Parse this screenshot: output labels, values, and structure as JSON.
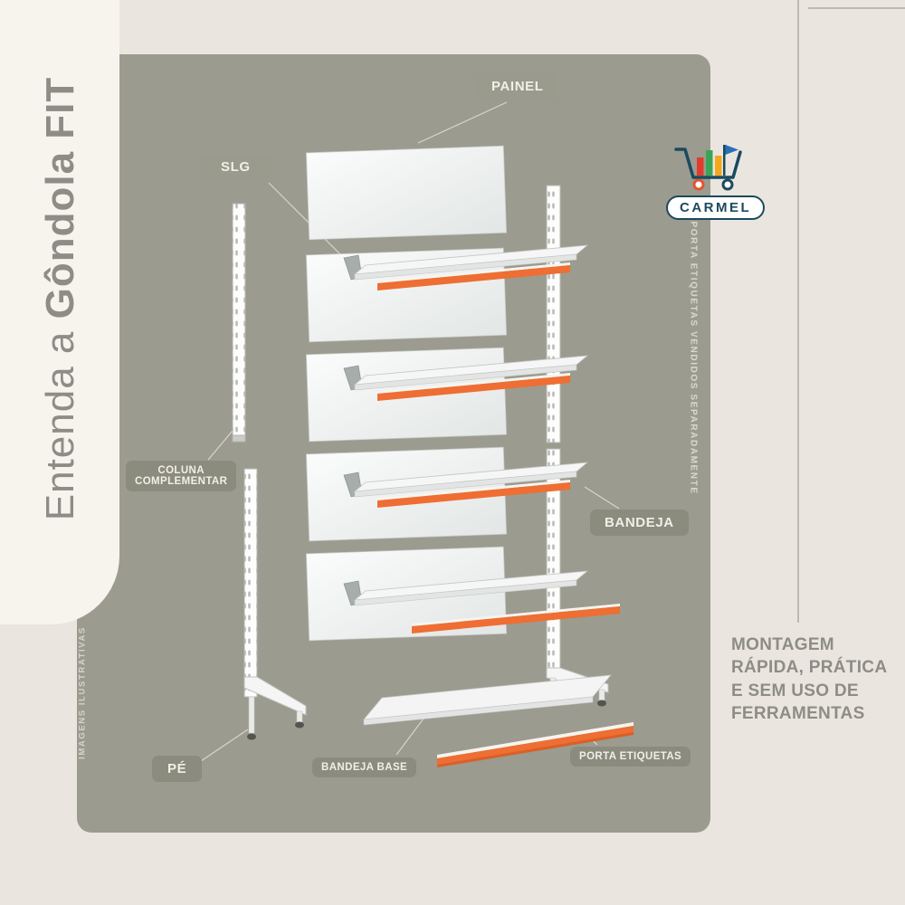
{
  "title": {
    "light": "Entenda a",
    "bold": "Gôndola FIT"
  },
  "part_labels": {
    "painel": "PAINEL",
    "slg": "SLG",
    "coluna_complementar": "COLUNA\nCOMPLEMENTAR",
    "bandeja": "BANDEJA",
    "pe": "PÉ",
    "bandeja_base": "BANDEJA BASE",
    "porta_etiquetas": "PORTA ETIQUETAS"
  },
  "notes": {
    "right_vertical": "PORTA ETIQUETAS VENDIDOS SEPARADAMENTE",
    "left_vertical": "IMAGENS ILUSTRATIVAS",
    "bottom_right": "MONTAGEM\nRÁPIDA, PRÁTICA\nE SEM USO DE\nFERRAMENTAS"
  },
  "logo": {
    "brand": "CARMEL"
  },
  "colors": {
    "background": "#eae6df",
    "panel_gray": "#9c9b8f",
    "accent_orange": "#ee6e33",
    "label_bg": "#8b8b7e",
    "label_text": "#f2efe8",
    "title_gray": "#8d8d86",
    "logo_teal": "#1b4a5e"
  }
}
